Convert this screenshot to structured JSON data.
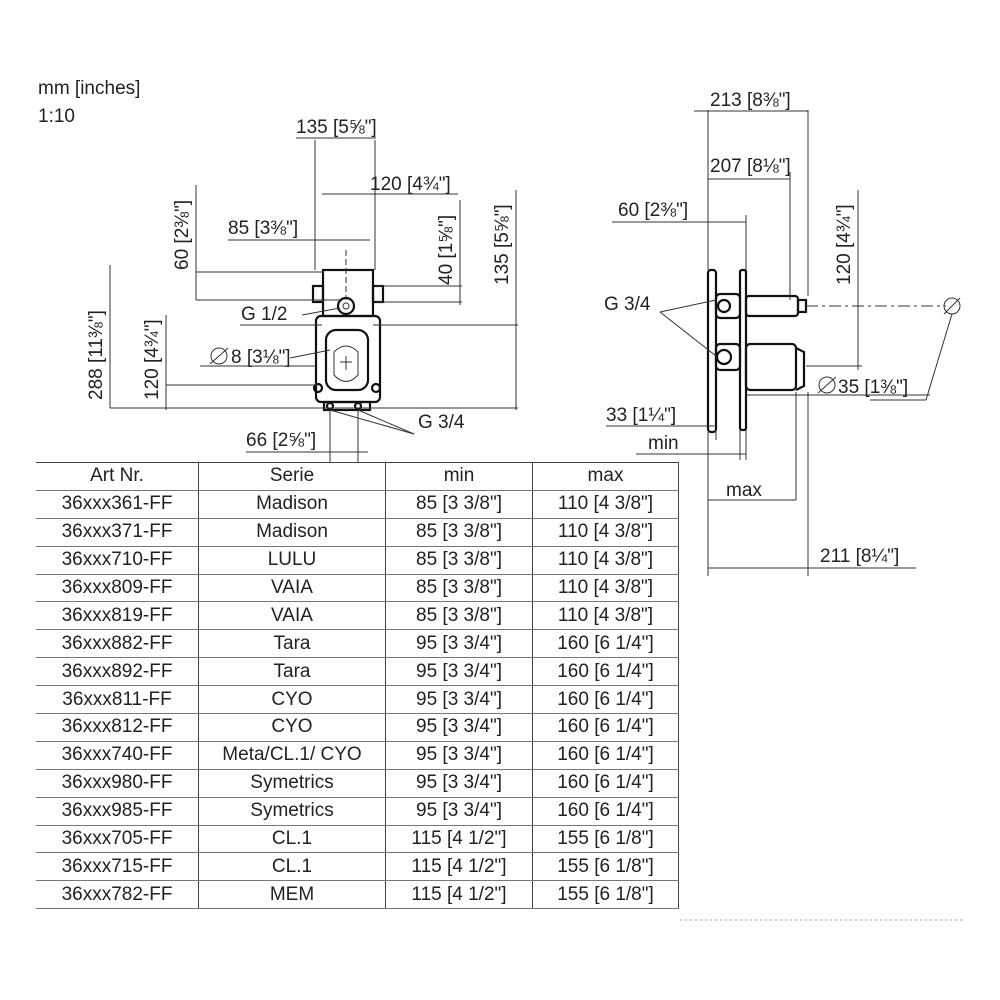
{
  "units_note": "mm [inches]",
  "scale_note": "1:10",
  "front_view": {
    "dims": {
      "d135_top": "135",
      "d135_top_in": "[5",
      "d120_top": "120",
      "d120_top_in": "[4",
      "d85": "85",
      "d85_in": "[3",
      "d60": "60",
      "d60_in": "[2",
      "d40": "40",
      "d40_in": "[1",
      "d135_right": "135",
      "d135_right_in": "[5",
      "d288": "288",
      "d288_in": "[11",
      "d120_left": "120",
      "d120_left_in": "[4",
      "d66": "66",
      "d66_in": "[2"
    },
    "labels": {
      "g12": "G 1/2",
      "dia8": "8",
      "dia8_in": "[3",
      "g34": "G 3/4"
    }
  },
  "side_view": {
    "dims": {
      "d213": "213",
      "d213_in": "[8",
      "d207": "207",
      "d207_in": "[8",
      "d60": "60",
      "d60_in": "[2",
      "d120": "120",
      "d120_in": "[4",
      "d33": "33",
      "d33_in": "[1",
      "min": "min",
      "max": "max",
      "d211": "211",
      "d211_in": "[8"
    },
    "labels": {
      "g34": "G 3/4",
      "dia35": "35",
      "dia35_in": "[1"
    }
  },
  "table": {
    "headers": [
      "Art Nr.",
      "Serie",
      "min",
      "max"
    ],
    "rows": [
      [
        "36xxx361-FF",
        "Madison",
        "85 [3 3/8\"]",
        "110 [4 3/8\"]"
      ],
      [
        "36xxx371-FF",
        "Madison",
        "85 [3 3/8\"]",
        "110 [4 3/8\"]"
      ],
      [
        "36xxx710-FF",
        "LULU",
        "85 [3 3/8\"]",
        "110 [4 3/8\"]"
      ],
      [
        "36xxx809-FF",
        "VAIA",
        "85 [3 3/8\"]",
        "110 [4 3/8\"]"
      ],
      [
        "36xxx819-FF",
        "VAIA",
        "85 [3 3/8\"]",
        "110 [4 3/8\"]"
      ],
      [
        "36xxx882-FF",
        "Tara",
        "95 [3 3/4\"]",
        "160 [6 1/4\"]"
      ],
      [
        "36xxx892-FF",
        "Tara",
        "95 [3 3/4\"]",
        "160 [6 1/4\"]"
      ],
      [
        "36xxx811-FF",
        "CYO",
        "95 [3 3/4\"]",
        "160 [6 1/4\"]"
      ],
      [
        "36xxx812-FF",
        "CYO",
        "95 [3 3/4\"]",
        "160 [6 1/4\"]"
      ],
      [
        "36xxx740-FF",
        "Meta/CL.1/ CYO",
        "95 [3 3/4\"]",
        "160 [6 1/4\"]"
      ],
      [
        "36xxx980-FF",
        "Symetrics",
        "95 [3 3/4\"]",
        "160 [6 1/4\"]"
      ],
      [
        "36xxx985-FF",
        "Symetrics",
        "95 [3 3/4\"]",
        "160 [6 1/4\"]"
      ],
      [
        "36xxx705-FF",
        "CL.1",
        "115 [4 1/2\"]",
        "155 [6 1/8\"]"
      ],
      [
        "36xxx715-FF",
        "CL.1",
        "115 [4 1/2\"]",
        "155 [6 1/8\"]"
      ],
      [
        "36xxx782-FF",
        "MEM",
        "115 [4 1/2\"]",
        "155 [6 1/8\"]"
      ]
    ]
  }
}
